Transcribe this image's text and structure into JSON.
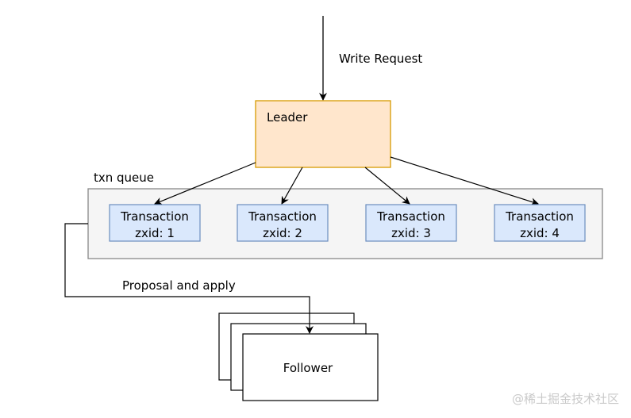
{
  "write_request_label": "Write Request",
  "leader": {
    "label": "Leader",
    "fill": "#ffe6cc",
    "stroke": "#d79b00"
  },
  "queue": {
    "label": "txn queue",
    "fill": "#f5f5f5",
    "stroke": "#888888"
  },
  "transactions": [
    {
      "title": "Transaction",
      "zxid": "zxid: 1"
    },
    {
      "title": "Transaction",
      "zxid": "zxid: 2"
    },
    {
      "title": "Transaction",
      "zxid": "zxid: 3"
    },
    {
      "title": "Transaction",
      "zxid": "zxid: 4"
    }
  ],
  "transaction_style": {
    "fill": "#dae8fc",
    "stroke": "#6c8ebf"
  },
  "proposal_label": "Proposal and apply",
  "follower_label": "Follower",
  "watermark": "@稀土掘金技术社区",
  "icons": {
    "arrowhead": "arrowhead-icon"
  }
}
